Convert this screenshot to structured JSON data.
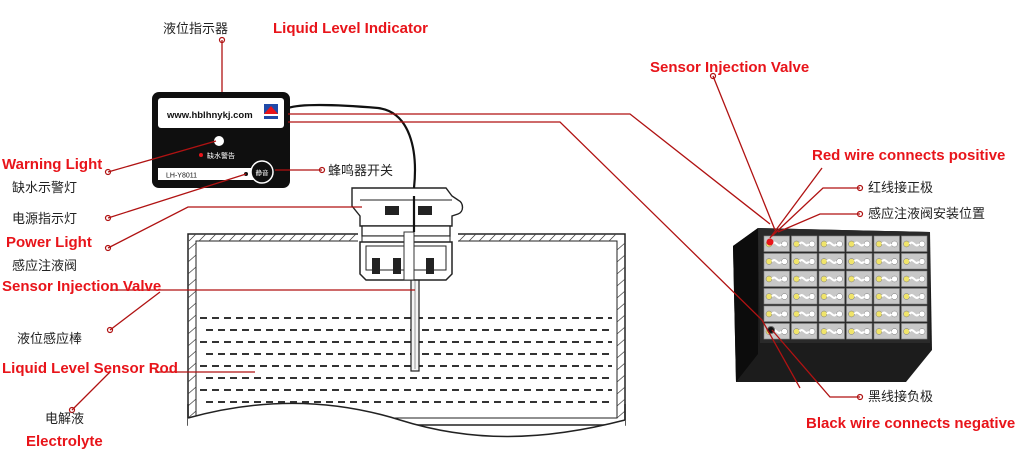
{
  "labels": {
    "indicator_zh": "液位指示器",
    "indicator_en": "Liquid Level Indicator",
    "warning_en": "Warning Light",
    "warning_zh": "缺水示警灯",
    "power_zh": "电源指示灯",
    "power_en": "Power Light",
    "valve_zh": "感应注液阀",
    "valve_en": "Sensor Injection Valve",
    "buzzer_zh": "蜂鸣器开关",
    "rod_zh": "液位感应棒",
    "rod_en": "Liquid Level Sensor Rod",
    "electrolyte_zh": "电解液",
    "electrolyte_en": "Electrolyte",
    "right_valve_en": "Sensor Injection Valve",
    "red_wire_en": "Red wire connects positive",
    "red_wire_zh": "红线接正极",
    "valve_pos_zh": "感应注液阀安装位置",
    "black_wire_zh": "黑线接负极",
    "black_wire_en": "Black wire  connects negative"
  },
  "device": {
    "website": "www.hblhnykj.com",
    "warning_caption": "缺水警告",
    "model": "LH-Y8011",
    "button_text": "静音"
  },
  "colors": {
    "accent": "#e8141a",
    "leader": "#b01212",
    "device_body": "#111111",
    "battery_body": "#1e1e1e",
    "terminal": "#f0e46a"
  }
}
